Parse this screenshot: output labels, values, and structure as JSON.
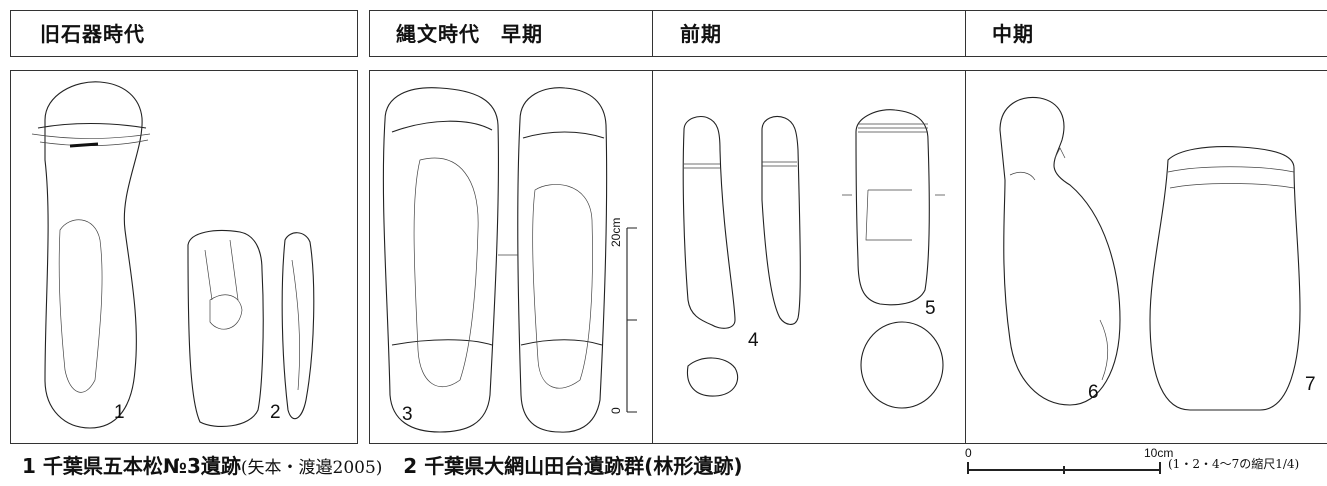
{
  "headers": {
    "paleolithic": "旧石器時代",
    "jomon_initial": "縄文時代　早期",
    "early": "前期",
    "middle": "中期"
  },
  "artifact_numbers": [
    "1",
    "2",
    "3",
    "4",
    "5",
    "6",
    "7"
  ],
  "inner_scale": {
    "top_label": "20cm",
    "bottom_label": "0"
  },
  "caption": {
    "item1_no": "1",
    "item1_site": "千葉県五本松№3遺跡",
    "item1_ref": "(矢本・渡邉2005)",
    "item2_no": "2",
    "item2_site": "千葉県大網山田台遺跡群(林形遺跡)"
  },
  "bottom_scale": {
    "zero": "0",
    "ten": "10cm",
    "note": "(1・2・4〜7の縮尺1/4)"
  }
}
